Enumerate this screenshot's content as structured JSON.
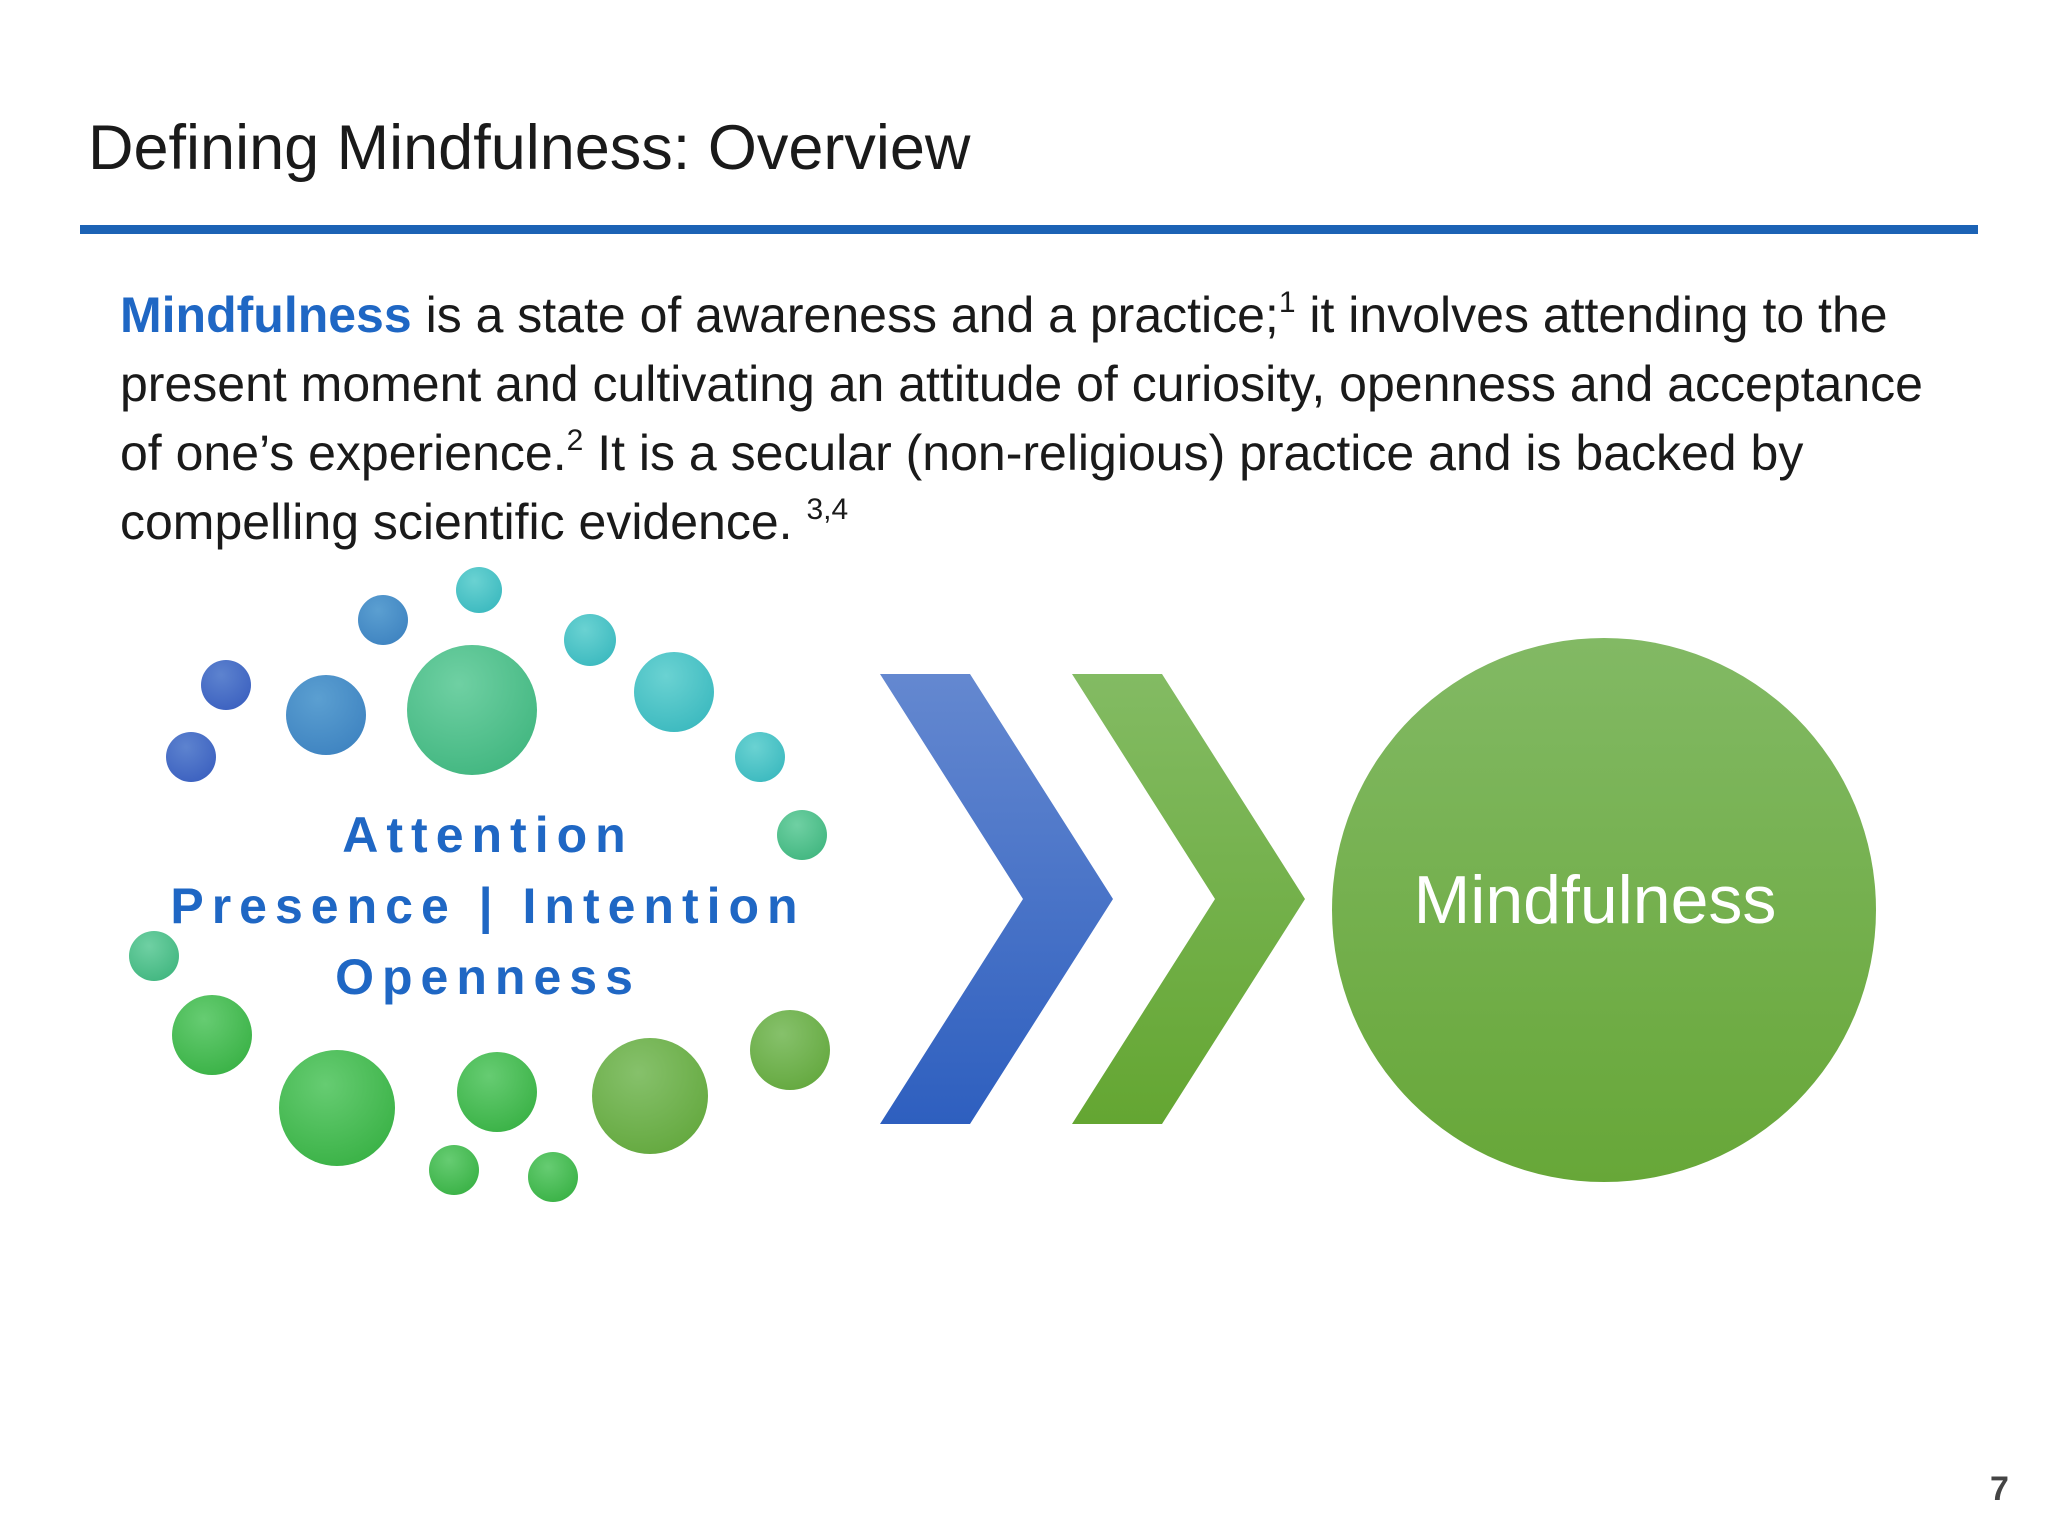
{
  "slide": {
    "title": "Defining Mindfulness: Overview",
    "page_number": "7",
    "accent_color": "#1c63b5"
  },
  "body": {
    "lead": "Mindfulness",
    "segment_1": " is a state of awareness and a practice;",
    "sup_1": "1",
    "segment_2": " it involves attending to the present moment and cultivating an attitude of curiosity, openness and acceptance of one’s experience.",
    "sup_2": "2",
    "segment_3": " It is a secular (non-religious) practice and is backed by compelling scientific evidence. ",
    "sup_3": "3,4"
  },
  "diagram": {
    "pillars": {
      "line_1": "Attention",
      "line_2": "Presence | Intention",
      "line_3": "Openness"
    },
    "result_label": "Mindfulness",
    "colors": {
      "blue": "#3a66c4",
      "teal": "#4fc4c0",
      "green": "#4cb84e",
      "green_dark": "#6aaa3c"
    },
    "icons": [
      "dot-cluster-icon",
      "chevron-right-icon",
      "circle-icon"
    ]
  }
}
